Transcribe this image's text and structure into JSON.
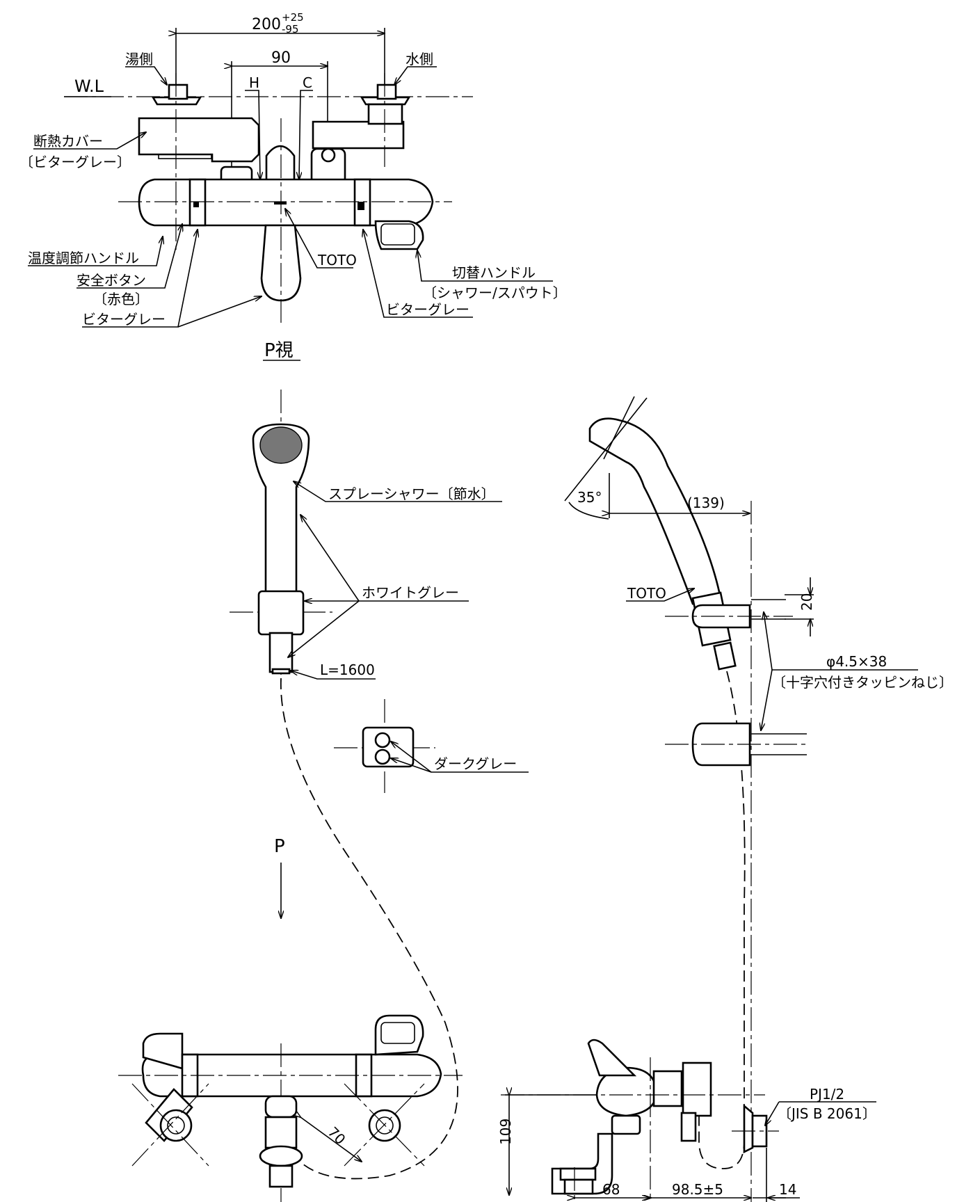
{
  "views": {
    "top": {
      "dim_overall": "200",
      "dim_overall_tol_plus": "+25",
      "dim_overall_tol_minus": "-95",
      "dim_spacing": "90",
      "hot_side": "湯側",
      "cold_side": "水側",
      "water_level": "W.L",
      "mark_h": "H",
      "mark_c": "C",
      "insulation_cover": "断熱カバー",
      "insulation_cover_color": "〔ビターグレー〕",
      "temp_handle": "温度調節ハンドル",
      "safety_button": "安全ボタン",
      "safety_button_color": "〔赤色〕",
      "bitter_gray_left": "ビターグレー",
      "bitter_gray_right": "ビターグレー",
      "brand": "TOTO",
      "switch_handle": "切替ハンドル",
      "switch_handle_modes": "〔シャワー/スパウト〕"
    },
    "p_view_title": "P視",
    "shower_front": {
      "spray_shower": "スプレーシャワー〔節水〕",
      "white_gray": "ホワイトグレー",
      "hose_length": "L=1600",
      "dark_gray": "ダークグレー"
    },
    "shower_side": {
      "angle": "35°",
      "reach": "(139)",
      "brand": "TOTO",
      "bracket_pitch": "20",
      "screw_size": "φ4.5×38",
      "screw_desc": "〔十字穴付きタッピンねじ〕"
    },
    "front": {
      "view_marker": "P",
      "dim_70": "70"
    },
    "side": {
      "height": "109",
      "pipe_thread": "PJ1/2",
      "pipe_standard": "〔JIS B 2061〕",
      "dim_68": "68",
      "dim_985": "98.5±5",
      "dim_14": "14"
    }
  }
}
